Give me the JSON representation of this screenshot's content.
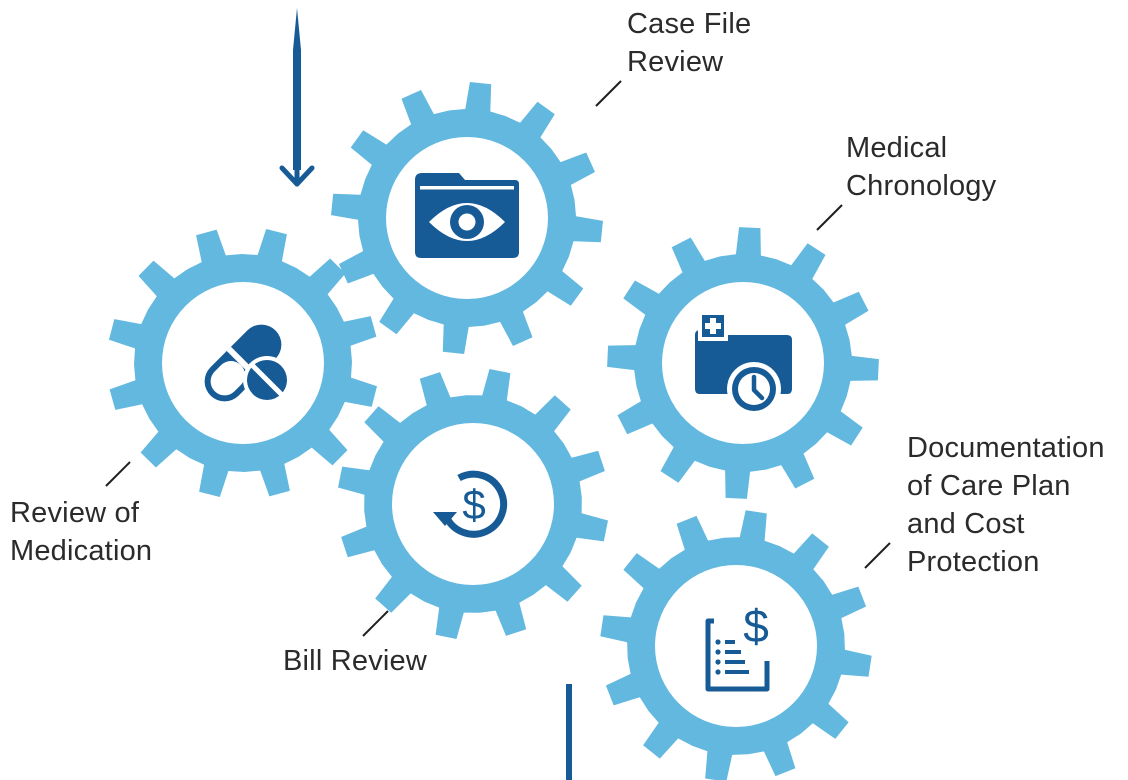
{
  "colors": {
    "gear": "#63b8df",
    "icon": "#175b96",
    "arrow": "#175b96",
    "label_text": "#2b2b2b",
    "leader_line": "#1f1f1f"
  },
  "gears": [
    {
      "id": "case-file-review",
      "icon": "folder-eye-icon",
      "label_lines": [
        "Case File",
        "Review"
      ]
    },
    {
      "id": "medical-chronology",
      "icon": "medical-calendar-clock-icon",
      "label_lines": [
        "Medical",
        "Chronology"
      ]
    },
    {
      "id": "review-of-medication",
      "icon": "pill-capsule-icon",
      "label_lines": [
        "Review of",
        "Medication"
      ]
    },
    {
      "id": "bill-review",
      "icon": "dollar-cycle-icon",
      "label_lines": [
        "Bill Review"
      ]
    },
    {
      "id": "documentation-care-plan",
      "icon": "document-dollar-icon",
      "label_lines": [
        "Documentation",
        "of Care Plan",
        "and Cost",
        "Protection"
      ]
    }
  ]
}
